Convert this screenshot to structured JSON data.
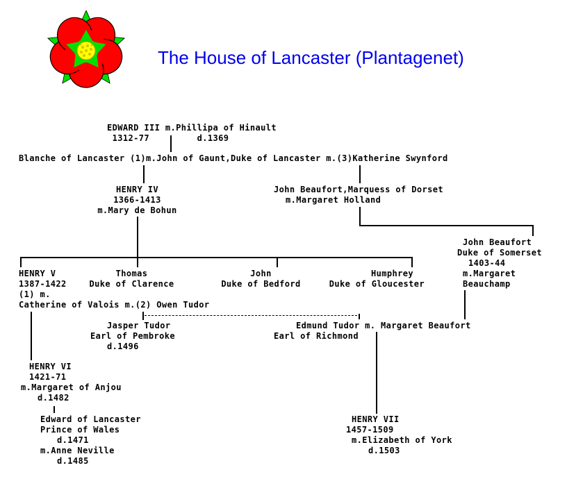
{
  "title": "The House of Lancaster (Plantagenet)",
  "emblem": {
    "icon": "red-rose-of-lancaster-icon",
    "colors": {
      "petal": "#ff0000",
      "sepal": "#00e000",
      "center": "#ffff00",
      "outline": "#000000"
    }
  },
  "title_color": "#0000ee",
  "people": {
    "edward_iii": {
      "line1": "EDWARD III m.Phillipa of Hinault",
      "line2": " 1312-77         d.1369"
    },
    "gaunt": {
      "line1": "Blanche of Lancaster (1)m.John of Gaunt,Duke of Lancaster m.(3)Katherine Swynford"
    },
    "henry_iv": {
      "line1": "HENRY IV",
      "line2": "1366-1413",
      "line3": "m.Mary de Bohun"
    },
    "beaufort_dorset": {
      "line1": "John Beaufort,Marquess of Dorset",
      "line2": "m.Margaret Holland"
    },
    "beaufort_somerset": {
      "line1": "John Beaufort",
      "line2": "Duke of Somerset",
      "line3": "1403-44",
      "line4": "m.Margaret",
      "line5": "Beauchamp"
    },
    "henry_v": {
      "line1": "HENRY V",
      "line2": "1387-1422",
      "line3": "(1) m.",
      "line4": "Catherine of Valois m.(2) Owen Tudor"
    },
    "thomas": {
      "line1": "Thomas",
      "line2": "Duke of Clarence"
    },
    "john_bedford": {
      "line1": "John",
      "line2": "Duke of Bedford"
    },
    "humphrey": {
      "line1": "Humphrey",
      "line2": "Duke of Gloucester"
    },
    "jasper": {
      "line1": "Jasper Tudor",
      "line2": "Earl of Pembroke",
      "line3": "d.1496"
    },
    "edmund": {
      "line1": "Edmund Tudor m. Margaret Beaufort",
      "line2": "Earl of Richmond"
    },
    "henry_vi": {
      "line1": "HENRY VI",
      "line2": "1421-71",
      "line3": "m.Margaret of Anjou",
      "line4": "d.1482"
    },
    "edward_lancaster": {
      "line1": "Edward of Lancaster",
      "line2": "Prince of Wales",
      "line3": "d.1471",
      "line4": "m.Anne Neville",
      "line5": "d.1485"
    },
    "henry_vii": {
      "line1": "HENRY VII",
      "line2": "1457-1509",
      "line3": "m.Elizabeth of York",
      "line4": "d.1503"
    }
  }
}
